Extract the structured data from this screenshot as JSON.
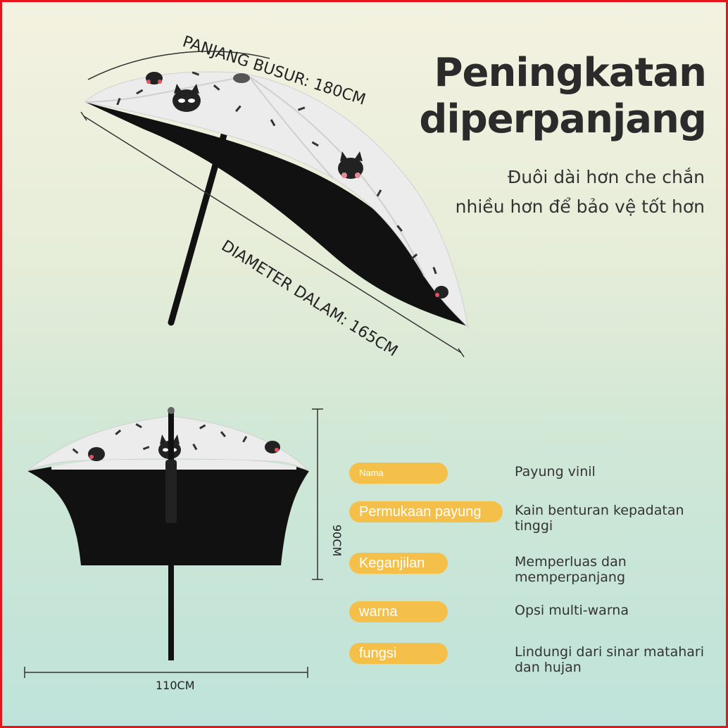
{
  "heading": {
    "line1": "Peningkatan",
    "line2": "diperpanjang"
  },
  "subheading": {
    "line1": "Đuôi dài hơn che chắn",
    "line2": "nhiều hơn để bảo vệ tốt hơn"
  },
  "dimensions": {
    "arc_length": "PANJANG BUSUR: 180CM",
    "inner_diameter": "DIAMETER DALAM: 165CM",
    "height": "90CM",
    "width": "110CM"
  },
  "specs": [
    {
      "label": "Nama",
      "value": "Payung vinil"
    },
    {
      "label": "Permukaan payung",
      "value": "Kain benturan kepadatan tinggi"
    },
    {
      "label": "Keganjilan",
      "value": "Memperluas dan memperpanjang"
    },
    {
      "label": "warna",
      "value": "Opsi multi-warna"
    },
    {
      "label": "fungsi",
      "value": "Lindungi dari sinar matahari dan hujan"
    }
  ],
  "colors": {
    "border": "#e8141b",
    "pill": "#f4c04a",
    "canopy": "#eeeeee",
    "canopy_inner": "#111111"
  }
}
